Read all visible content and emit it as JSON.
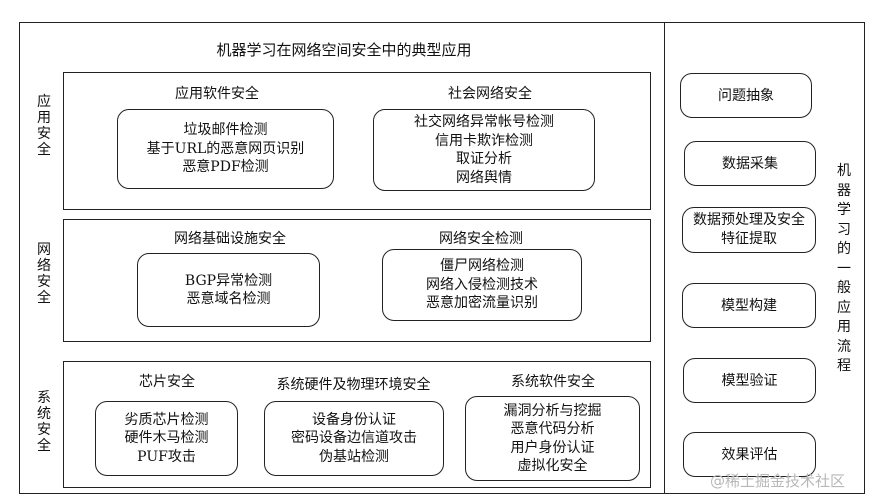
{
  "main_title": "机器学习在网络空间安全中的典型应用",
  "layers": [
    {
      "side_label": "应用安全",
      "groups": [
        {
          "heading": "应用软件安全",
          "items": [
            "垃圾邮件检测",
            "基于URL的恶意网页识别",
            "恶意PDF检测"
          ]
        },
        {
          "heading": "社会网络安全",
          "items": [
            "社交网络异常帐号检测",
            "信用卡欺诈检测",
            "取证分析",
            "网络舆情"
          ]
        }
      ]
    },
    {
      "side_label": "网络安全",
      "groups": [
        {
          "heading": "网络基础设施安全",
          "items": [
            "BGP异常检测",
            "恶意域名检测"
          ]
        },
        {
          "heading": "网络安全检测",
          "items": [
            "僵尸网络检测",
            "网络入侵检测技术",
            "恶意加密流量识别"
          ]
        }
      ]
    },
    {
      "side_label": "系统安全",
      "groups": [
        {
          "heading": "芯片安全",
          "items": [
            "劣质芯片检测",
            "硬件木马检测",
            "PUF攻击"
          ]
        },
        {
          "heading": "系统硬件及物理环境安全",
          "items": [
            "设备身份认证",
            "密码设备边信道攻击",
            "伪基站检测"
          ]
        },
        {
          "heading": "系统软件安全",
          "items": [
            "漏洞分析与挖掘",
            "恶意代码分析",
            "用户身份认证",
            "虚拟化安全"
          ]
        }
      ]
    }
  ],
  "process": {
    "label": "机器学习的一般应用流程",
    "steps": [
      "问题抽象",
      "数据采集",
      "数据预处理及安全特征提取",
      "模型构建",
      "模型验证",
      "效果评估"
    ]
  },
  "watermark": "@稀土掘金技术社区"
}
